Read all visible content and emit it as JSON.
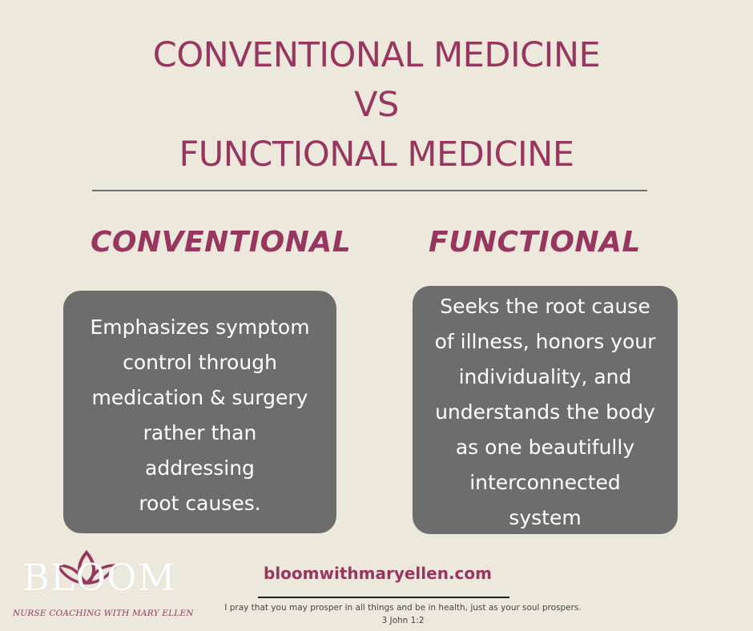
{
  "title": {
    "line1": "CONVENTIONAL MEDICINE",
    "line2": "VS",
    "line3": "FUNCTIONAL MEDICINE"
  },
  "columns": {
    "left": {
      "heading": "CONVENTIONAL",
      "lines": [
        "Emphasizes symptom",
        "control through",
        "medication & surgery",
        "rather than",
        "addressing",
        "root causes."
      ]
    },
    "right": {
      "heading": "FUNCTIONAL",
      "lines": [
        "Seeks the root cause",
        "of illness, honors your",
        "individuality, and",
        "understands the body",
        "as one beautifully",
        "interconnected",
        "system"
      ]
    }
  },
  "footer": {
    "logo_word": "BLOOM",
    "logo_tagline": "NURSE COACHING WITH MARY ELLEN",
    "website": "bloomwithmaryellen.com",
    "verse": "I pray that you may prosper in all things and be in health, just as your soul prospers.",
    "verse_ref": "3 John 1:2"
  },
  "colors": {
    "background": "#ece8dc",
    "accent": "#97375f",
    "card": "#6d6d6d"
  },
  "icons": {
    "logo": "lotus-flower-icon"
  }
}
